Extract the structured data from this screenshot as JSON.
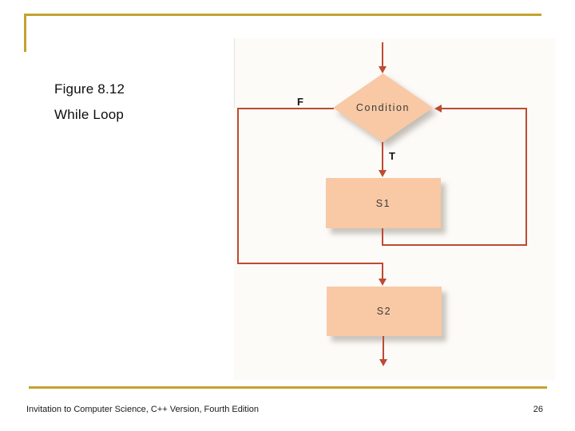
{
  "slide": {
    "title_lines": [
      "Figure 8.12",
      "While Loop"
    ],
    "footer_text": "Invitation to Computer Science, C++ Version, Fourth Edition",
    "page_number": "26"
  },
  "flowchart": {
    "condition_label": "Condition",
    "branch_false_label": "F",
    "branch_true_label": "T",
    "statement1_label": "S1",
    "statement2_label": "S2"
  },
  "colors": {
    "accent": "#c4a22f",
    "line": "#bc4b32",
    "fill": "#f8c9a4",
    "shape-text": "#3b3b3b"
  }
}
